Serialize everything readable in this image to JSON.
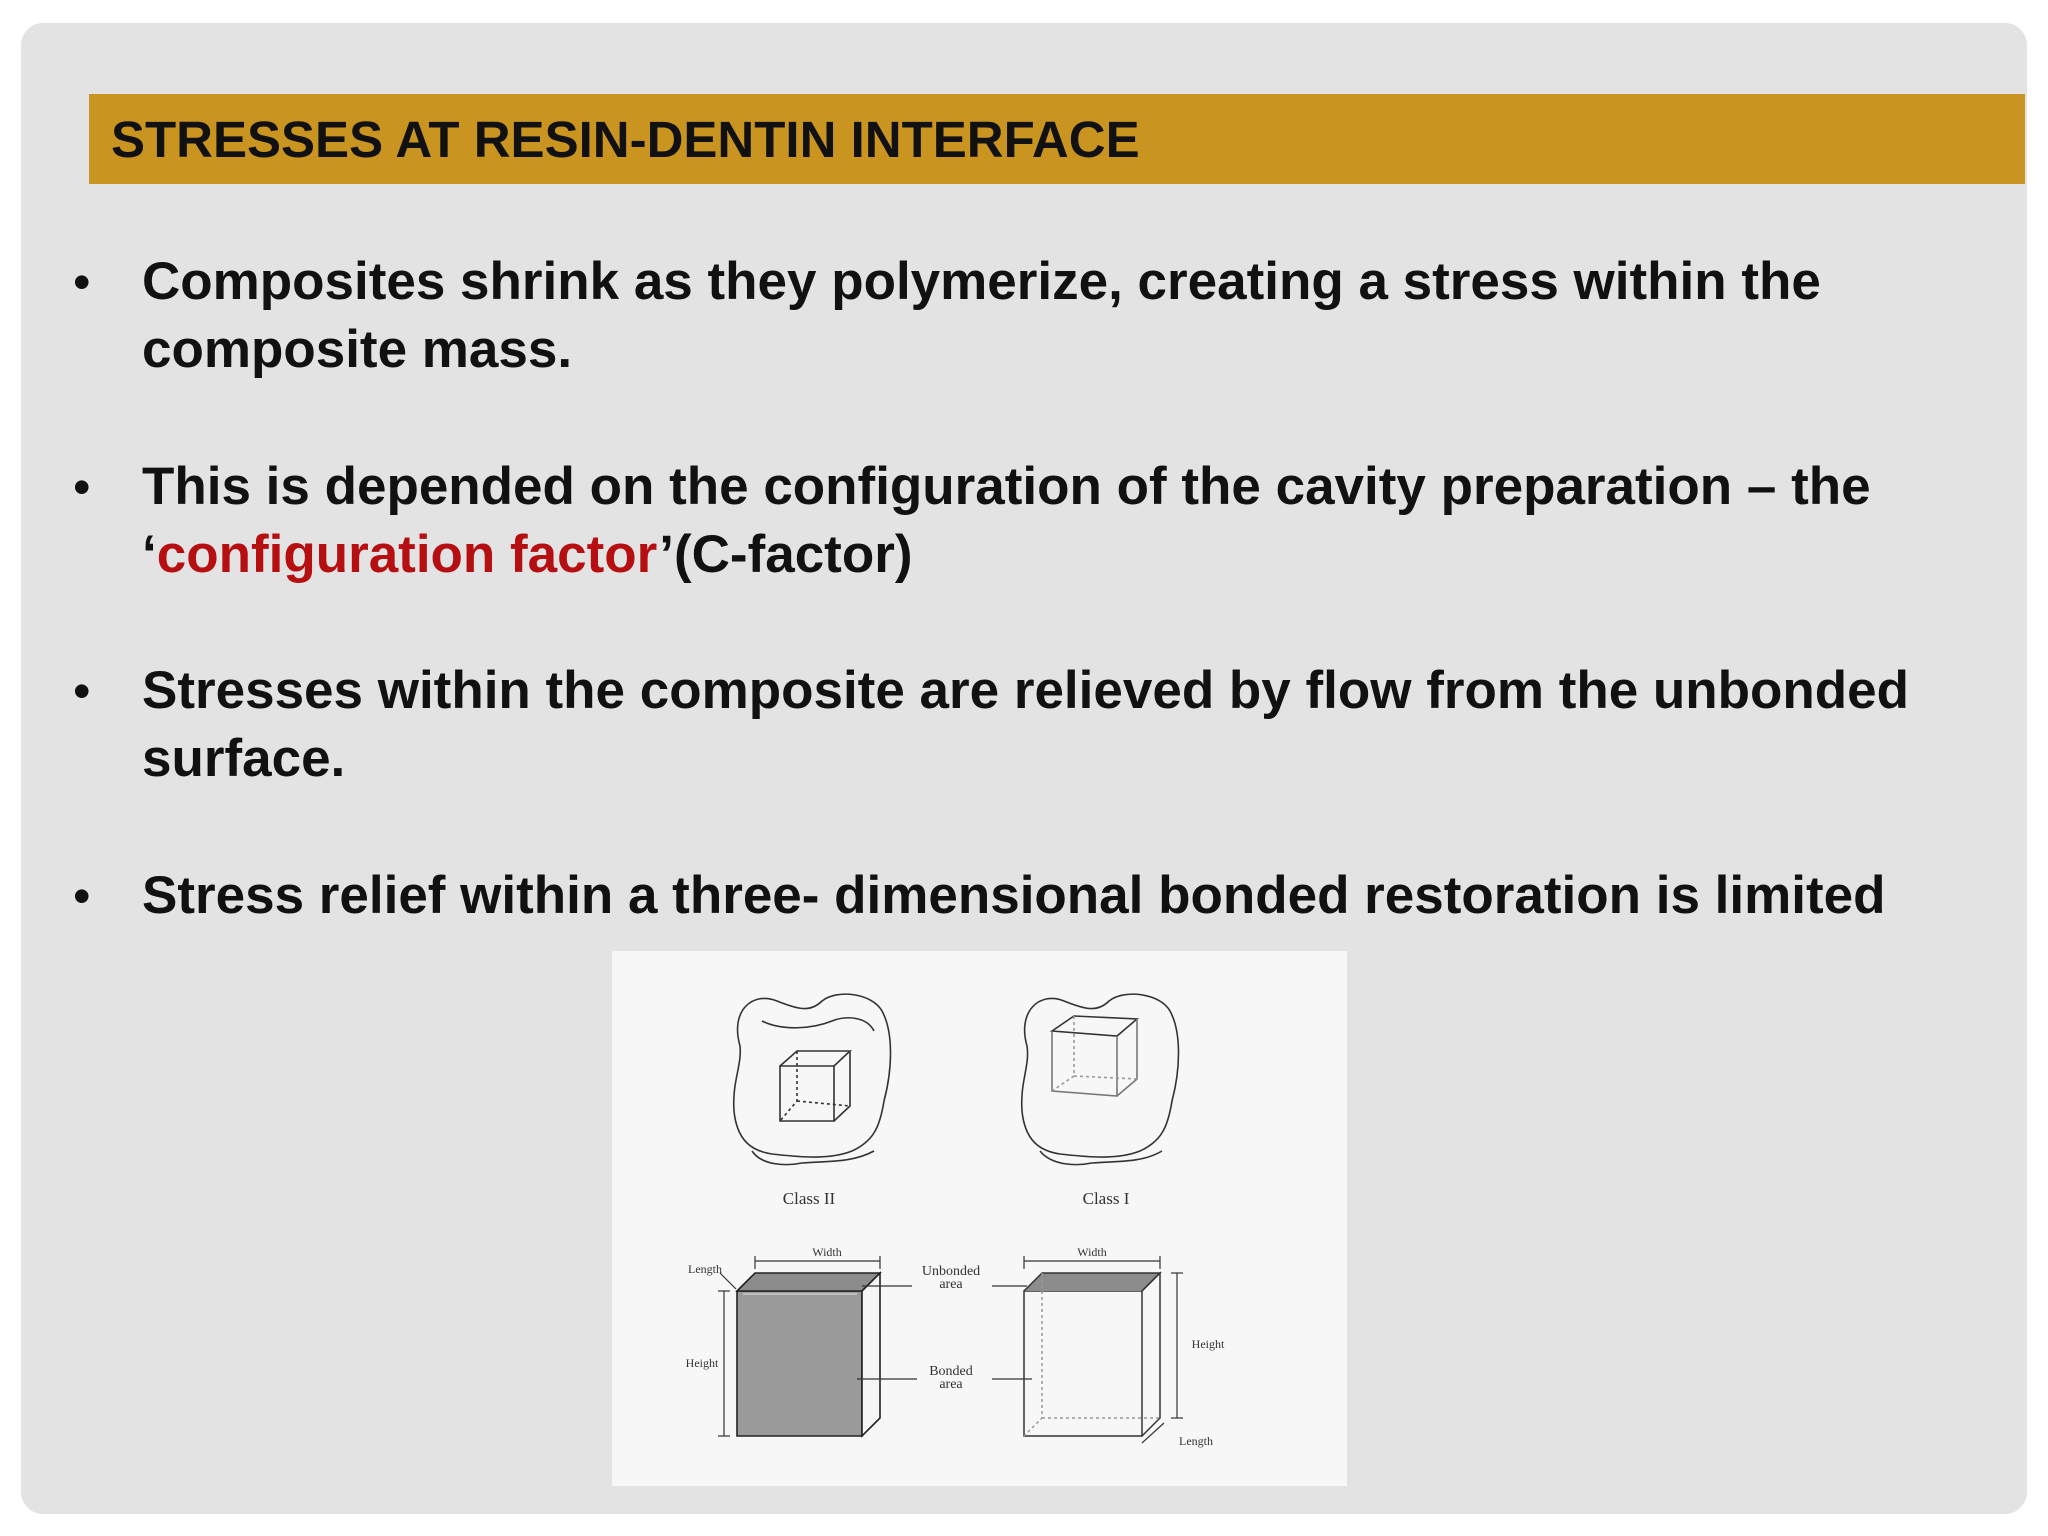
{
  "slide": {
    "title": "STRESSES AT RESIN-DENTIN INTERFACE",
    "bullets": [
      {
        "text": "Composites shrink as they polymerize, creating a stress within the composite mass."
      },
      {
        "before": "This is depended on the configuration of the cavity preparation – the ‘",
        "highlight": "configuration factor",
        "after": "’(C-factor)"
      },
      {
        "text": "Stresses within the composite are relieved by flow from the unbonded surface."
      },
      {
        "text": "Stress relief within a three- dimensional bonded restoration is limited"
      }
    ],
    "colors": {
      "title_bar": "#c99520",
      "highlight": "#b50f12",
      "background": "#e3e3e4"
    }
  },
  "figure": {
    "class_left": "Class II",
    "class_right": "Class I",
    "length_label_left": "Length",
    "width_label_left": "Width",
    "height_label_left": "Height",
    "unbonded_line1": "Unbonded",
    "unbonded_line2": "area",
    "bonded_line1": "Bonded",
    "bonded_line2": "area",
    "width_label_right": "Width",
    "height_label_right": "Height",
    "length_label_right": "Length"
  }
}
